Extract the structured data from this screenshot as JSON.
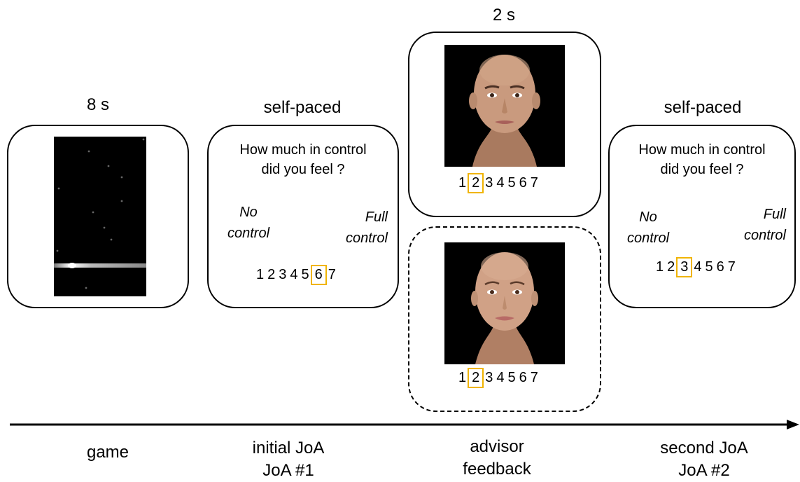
{
  "durations": {
    "game": "8 s",
    "initial_joa": "self-paced",
    "advisor": "2 s",
    "second_joa": "self-paced"
  },
  "question_panel": {
    "question_line1": "How much in control",
    "question_line2": "did you feel ?",
    "anchor_low_line1": "No",
    "anchor_low_line2": "control",
    "anchor_high_line1": "Full",
    "anchor_high_line2": "control"
  },
  "scale_values": [
    "1",
    "2",
    "3",
    "4",
    "5",
    "6",
    "7"
  ],
  "selections": {
    "initial_joa": "6",
    "advisor_top": "2",
    "advisor_bottom": "2",
    "second_joa": "3"
  },
  "phases": {
    "game": "game",
    "initial_line1": "initial JoA",
    "initial_line2": "JoA #1",
    "advisor_line1": "advisor",
    "advisor_line2": "feedback",
    "second_line1": "second JoA",
    "second_line2": "JoA #2"
  },
  "colors": {
    "selection_box": "#f0b400",
    "screen_bg": "#000000",
    "skin": "#c99a7e"
  }
}
